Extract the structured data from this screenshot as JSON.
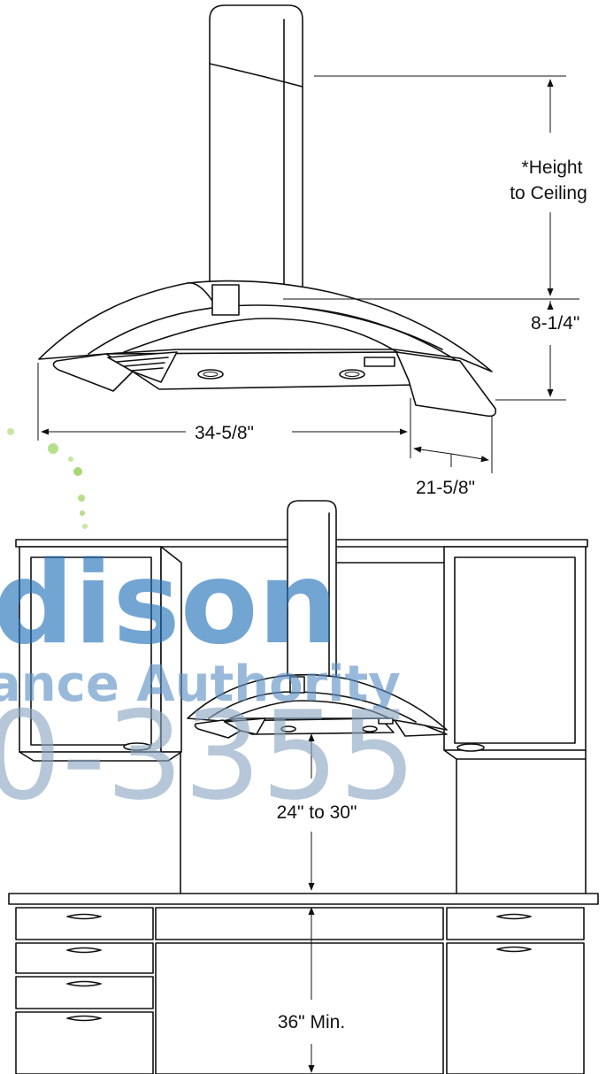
{
  "dimensions": {
    "height_to_ceiling_line1": "*Height",
    "height_to_ceiling_line2": "to Ceiling",
    "hood_height": "8-1/4\"",
    "hood_width": "34-5/8\"",
    "hood_depth": "21-5/8\"",
    "mount_height": "24\" to 30\"",
    "counter_height": "36\" Min."
  },
  "watermark": {
    "line1": "dison",
    "line2": "ance Authority",
    "line3": "0-3355",
    "color": "#1f6fb8"
  },
  "colors": {
    "line": "#111111",
    "background": "#ffffff",
    "dots": "#9fd36a"
  }
}
